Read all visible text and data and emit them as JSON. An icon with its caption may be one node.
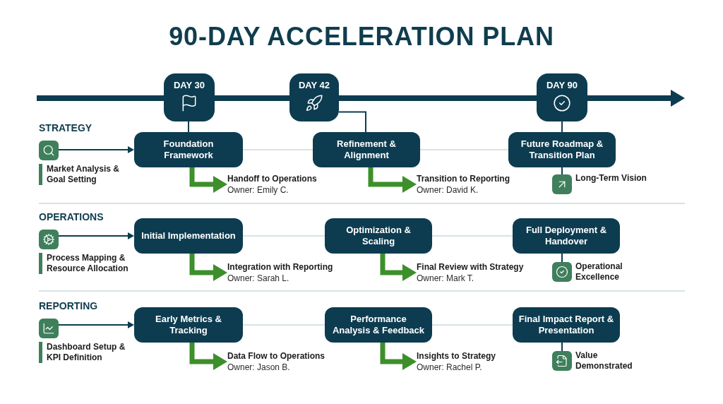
{
  "diagram": {
    "title": "90-DAY ACCELERATION PLAN",
    "nodes": [
      {
        "text": [
          "DAY 30"
        ]
      },
      {
        "text": [
          "DAY 42"
        ]
      },
      {
        "text": [
          "DAY 90"
        ]
      },
      {
        "text": [],
        "shape": "box",
        "beside": [
          "Market Analysis & Goal Setting"
        ]
      },
      {
        "text": [
          "Foundation Framework"
        ]
      },
      {
        "text": [
          "Refinement & Alignment"
        ]
      },
      {
        "text": [
          "Future Roadmap & Transition Plan"
        ]
      },
      {
        "text": [
          "Handoff to Operations",
          "Owner: Emily C."
        ]
      },
      {
        "text": [
          "Transition to Reporting",
          "Owner: David K."
        ]
      },
      {
        "text": [],
        "shape": "box",
        "beside": [
          "Long-Term Vision"
        ]
      },
      {
        "text": [],
        "shape": "box",
        "beside": [
          "Process Mapping & Resource Allocation"
        ]
      },
      {
        "text": [
          "Initial Implementation"
        ]
      },
      {
        "text": [
          "Optimization & Scaling"
        ]
      },
      {
        "text": [
          "Full Deployment & Handover"
        ]
      },
      {
        "text": [
          "Integration with Reporting",
          "Owner: Sarah L."
        ]
      },
      {
        "text": [
          "Final Review with Strategy",
          "Owner: Mark T."
        ]
      },
      {
        "text": [],
        "shape": "box",
        "beside": [
          "Operational Excellence"
        ]
      },
      {
        "text": [],
        "shape": "box",
        "beside": [
          "Dashboard Setup & KPI Definition"
        ]
      },
      {
        "text": [
          "Early Metrics & Tracking"
        ]
      },
      {
        "text": [
          "Performance Analysis & Feedback"
        ]
      },
      {
        "text": [
          "Final Impact Report & Presentation"
        ]
      },
      {
        "text": [
          "Data Flow to Operations",
          "Owner: Jason B."
        ]
      },
      {
        "text": [
          "Insights to Strategy",
          "Owner: Rachel P."
        ]
      },
      {
        "text": [],
        "shape": "box",
        "beside": [
          "Value Demonstrated"
        ]
      }
    ],
    "edges": [
      {
        "from": 0,
        "to": 4,
        "arrow": "none"
      },
      {
        "from": 1,
        "to": 5,
        "arrow": "none"
      },
      {
        "from": 2,
        "to": 6,
        "arrow": "none"
      },
      {
        "from": 3,
        "to": 4,
        "arrow": "to"
      },
      {
        "from": 4,
        "to": 5,
        "arrow": "none",
        "color": "#c8dadd"
      },
      {
        "from": 5,
        "to": 6,
        "arrow": "none",
        "color": "#c8dadd"
      },
      {
        "from": 4,
        "to": 7,
        "arrow": "to",
        "style": "thick",
        "color": "#3d8f2b"
      },
      {
        "from": 5,
        "to": 8,
        "arrow": "to",
        "style": "thick",
        "color": "#3d8f2b"
      },
      {
        "from": 6,
        "to": 9,
        "arrow": "none"
      },
      {
        "from": 10,
        "to": 11,
        "arrow": "to"
      },
      {
        "from": 11,
        "to": 12,
        "arrow": "none",
        "color": "#c8dadd"
      },
      {
        "from": 12,
        "to": 13,
        "arrow": "none",
        "color": "#c8dadd"
      },
      {
        "from": 11,
        "to": 14,
        "arrow": "to",
        "style": "thick",
        "color": "#3d8f2b"
      },
      {
        "from": 12,
        "to": 15,
        "arrow": "to",
        "style": "thick",
        "color": "#3d8f2b"
      },
      {
        "from": 13,
        "to": 16,
        "arrow": "none"
      },
      {
        "from": 17,
        "to": 18,
        "arrow": "to"
      },
      {
        "from": 18,
        "to": 19,
        "arrow": "none",
        "color": "#c8dadd"
      },
      {
        "from": 19,
        "to": 20,
        "arrow": "none",
        "color": "#c8dadd"
      },
      {
        "from": 18,
        "to": 21,
        "arrow": "to",
        "style": "thick",
        "color": "#3d8f2b"
      },
      {
        "from": 19,
        "to": 22,
        "arrow": "to",
        "style": "thick",
        "color": "#3d8f2b"
      },
      {
        "from": 20,
        "to": 23,
        "arrow": "none"
      }
    ],
    "labels": [
      "STRATEGY",
      "OPERATIONS",
      "REPORTING"
    ]
  }
}
